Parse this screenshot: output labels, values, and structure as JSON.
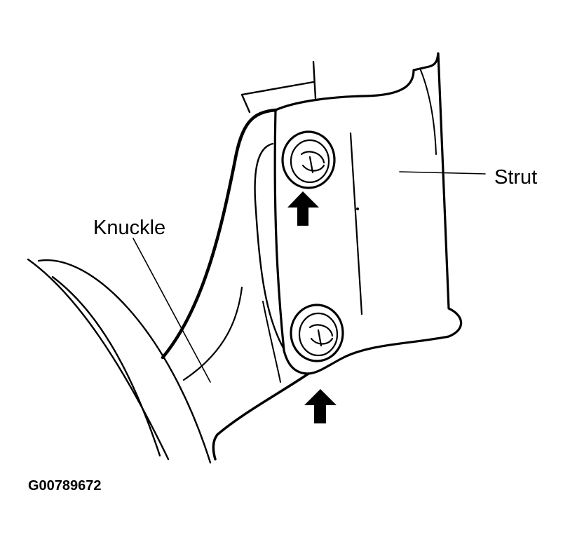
{
  "diagram": {
    "labels": {
      "strut": "Strut",
      "knuckle": "Knuckle"
    },
    "figure_id": "G00789672",
    "icons": [
      "bolt-icon",
      "arrow-up-icon"
    ],
    "ink_color": "#000000",
    "paper_color": "#ffffff"
  }
}
